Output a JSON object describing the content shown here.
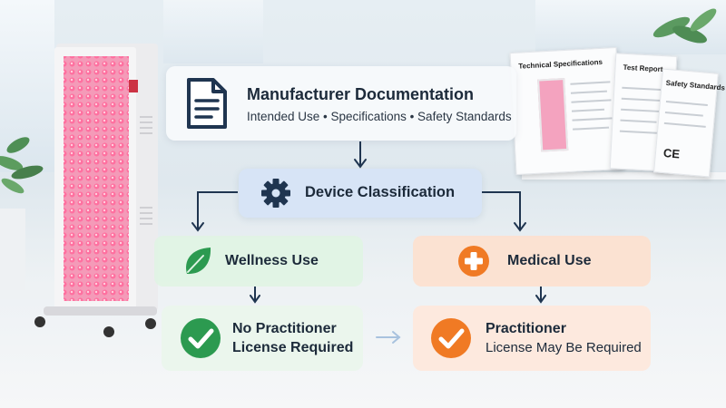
{
  "documentation": {
    "title": "Manufacturer Documentation",
    "subtitle": "Intended Use • Specifications • Safety Standards"
  },
  "classification": {
    "title": "Device Classification"
  },
  "wellness": {
    "title": "Wellness Use",
    "result_line1": "No Practitioner",
    "result_line2": "License Required"
  },
  "medical": {
    "title": "Medical Use",
    "result_line1": "Practitioner",
    "result_line2": "License May Be Required"
  },
  "papers": {
    "spec_title": "Technical Specifications",
    "test_title": "Test Report",
    "safety_title": "Safety Standards",
    "ce_mark": "CE"
  },
  "icons": {
    "document": "document-icon",
    "gear": "gear-icon",
    "leaf": "leaf-icon",
    "medical_cross": "medical-cross-icon",
    "check_green": "check-circle-icon",
    "check_orange": "check-circle-icon"
  },
  "colors": {
    "navy": "#1f3550",
    "green": "#2c9a50",
    "orange": "#f07a24",
    "panel_pink": "#f28fb0"
  }
}
